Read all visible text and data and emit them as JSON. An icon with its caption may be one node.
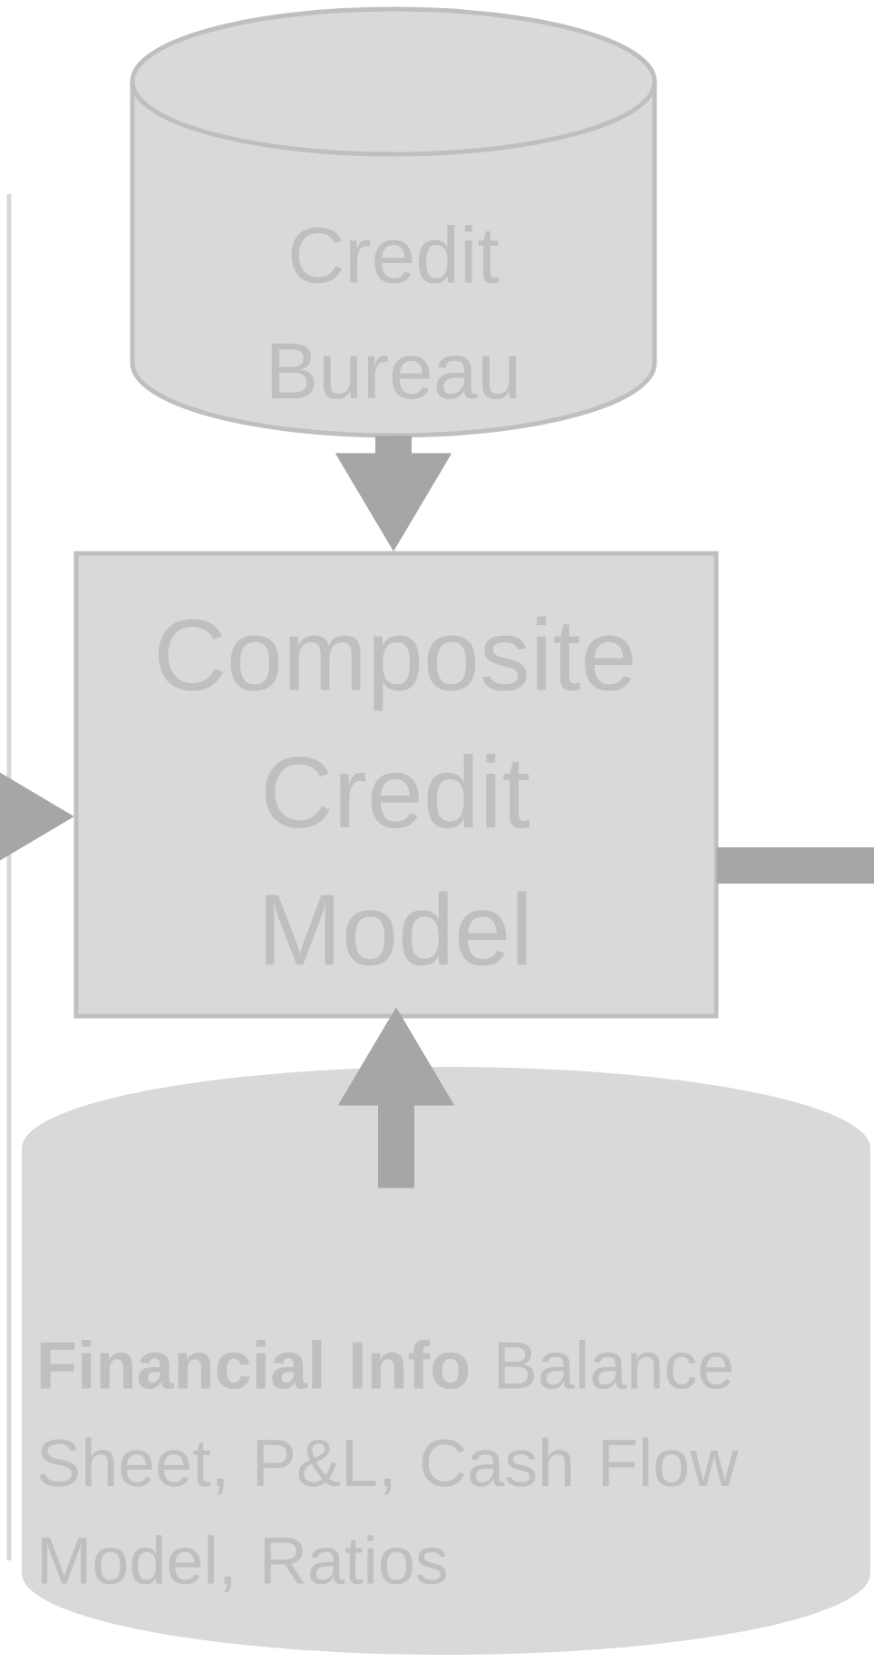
{
  "diagram": {
    "nodes": [
      {
        "text": [
          "Credit Bureau"
        ]
      },
      {
        "text": [
          "Composite Credit Model"
        ]
      },
      {
        "text": [
          "**Financial Info** Balance Sheet, P&L, Cash Flow Model, Ratios"
        ]
      }
    ],
    "edges": [
      {
        "from": 0,
        "to": 1,
        "arrow": "to"
      },
      {
        "from": null,
        "to": 1,
        "arrow": "to"
      },
      {
        "from": 1,
        "to": null,
        "arrow": "none"
      },
      {
        "from": 2,
        "to": 1,
        "arrow": "to"
      }
    ]
  }
}
